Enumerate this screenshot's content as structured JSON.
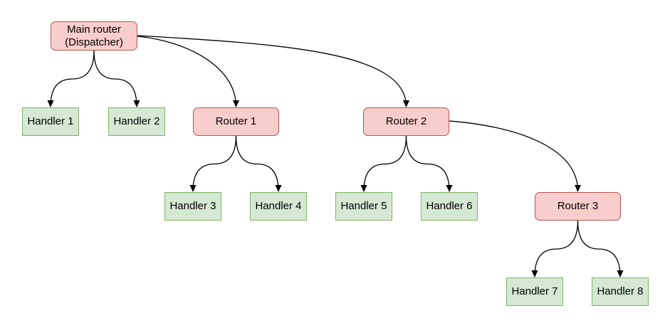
{
  "diagram": {
    "nodes": [
      {
        "id": "main",
        "label": "Main router\n(Dispatcher)",
        "kind": "router"
      },
      {
        "id": "h1",
        "label": "Handler 1",
        "kind": "handler"
      },
      {
        "id": "h2",
        "label": "Handler 2",
        "kind": "handler"
      },
      {
        "id": "r1",
        "label": "Router 1",
        "kind": "router"
      },
      {
        "id": "r2",
        "label": "Router 2",
        "kind": "router"
      },
      {
        "id": "h3",
        "label": "Handler 3",
        "kind": "handler"
      },
      {
        "id": "h4",
        "label": "Handler 4",
        "kind": "handler"
      },
      {
        "id": "h5",
        "label": "Handler 5",
        "kind": "handler"
      },
      {
        "id": "h6",
        "label": "Handler 6",
        "kind": "handler"
      },
      {
        "id": "r3",
        "label": "Router 3",
        "kind": "router"
      },
      {
        "id": "h7",
        "label": "Handler 7",
        "kind": "handler"
      },
      {
        "id": "h8",
        "label": "Handler 8",
        "kind": "handler"
      }
    ],
    "edges": [
      {
        "from": "main",
        "to": "h1"
      },
      {
        "from": "main",
        "to": "h2"
      },
      {
        "from": "main",
        "to": "r1"
      },
      {
        "from": "main",
        "to": "r2"
      },
      {
        "from": "r1",
        "to": "h3"
      },
      {
        "from": "r1",
        "to": "h4"
      },
      {
        "from": "r2",
        "to": "h5"
      },
      {
        "from": "r2",
        "to": "h6"
      },
      {
        "from": "r2",
        "to": "r3"
      },
      {
        "from": "r3",
        "to": "h7"
      },
      {
        "from": "r3",
        "to": "h8"
      }
    ]
  },
  "colors": {
    "router_fill": "#f8cecc",
    "router_border": "#b85450",
    "handler_fill": "#d5e8d4",
    "handler_border": "#82b366",
    "edge": "#000000",
    "text": "#000000",
    "background": "#ffffff"
  }
}
